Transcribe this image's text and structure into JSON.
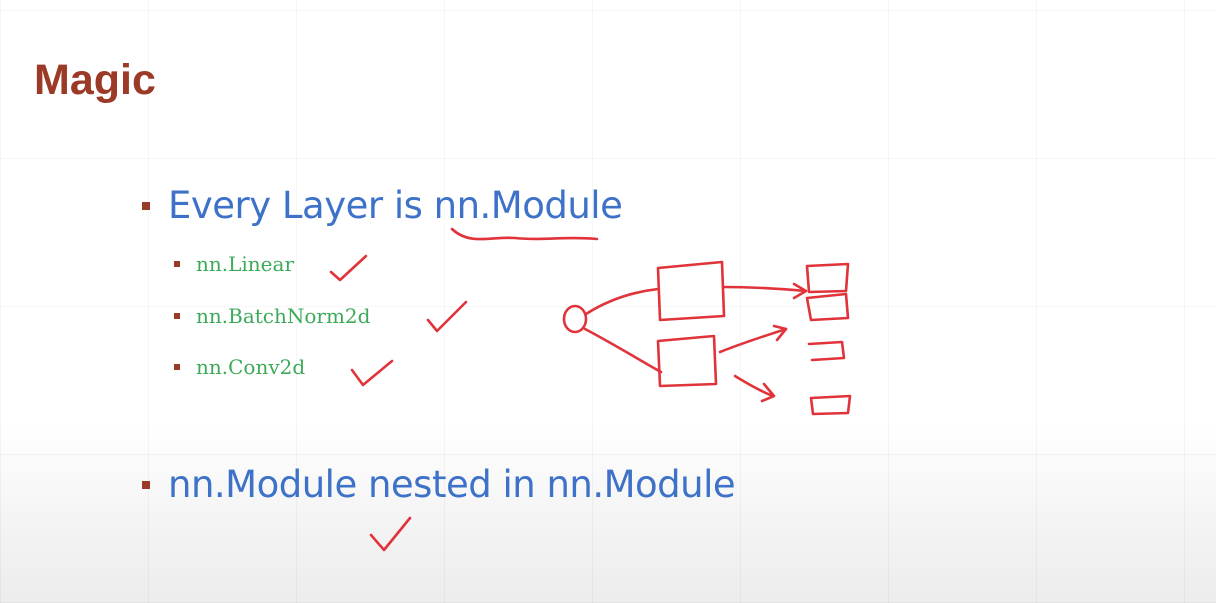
{
  "slide": {
    "title": "Magic",
    "bullets": [
      {
        "text": "Every Layer is nn.Module",
        "sub_items": [
          {
            "text": "nn.Linear"
          },
          {
            "text": "nn.BatchNorm2d"
          },
          {
            "text": "nn.Conv2d"
          }
        ]
      },
      {
        "text": "nn.Module nested in nn.Module"
      }
    ]
  },
  "colors": {
    "title": "#9b3a26",
    "level1_text": "#3d72c8",
    "level2_text": "#3daa5a",
    "bullet_marker": "#9b3a26",
    "annotation_ink": "#e0333a"
  }
}
